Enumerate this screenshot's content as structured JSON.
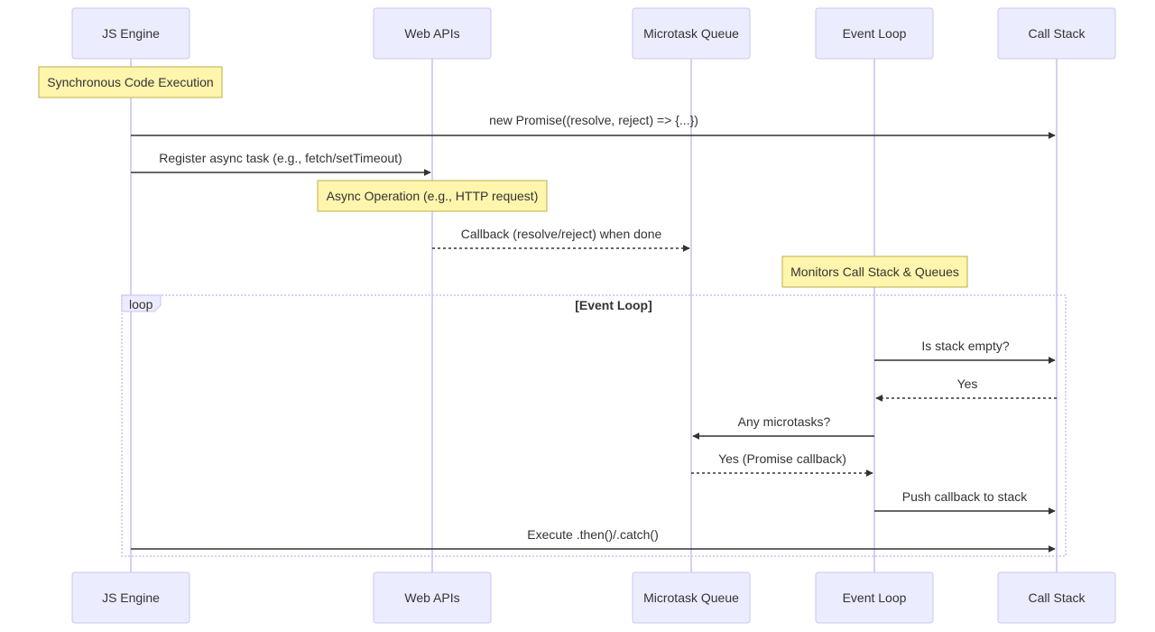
{
  "participants": [
    "JS Engine",
    "Web APIs",
    "Microtask Queue",
    "Event Loop",
    "Call Stack"
  ],
  "notes": [
    {
      "text": "Synchronous Code Execution",
      "over": "JS Engine"
    },
    {
      "text": "Async Operation (e.g., HTTP request)",
      "over": "Web APIs"
    },
    {
      "text": "Monitors Call Stack & Queues",
      "over": "Event Loop"
    }
  ],
  "messages": [
    {
      "from": "JS Engine",
      "to": "Call Stack",
      "text": "new Promise((resolve, reject) => {...})",
      "style": "solid"
    },
    {
      "from": "JS Engine",
      "to": "Web APIs",
      "text": "Register async task (e.g., fetch/setTimeout)",
      "style": "solid"
    },
    {
      "from": "Web APIs",
      "to": "Microtask Queue",
      "text": "Callback (resolve/reject) when done",
      "style": "dashed"
    },
    {
      "from": "Event Loop",
      "to": "Call Stack",
      "text": "Is stack empty?",
      "style": "solid"
    },
    {
      "from": "Call Stack",
      "to": "Event Loop",
      "text": "Yes",
      "style": "dashed"
    },
    {
      "from": "Event Loop",
      "to": "Microtask Queue",
      "text": "Any microtasks?",
      "style": "solid"
    },
    {
      "from": "Microtask Queue",
      "to": "Event Loop",
      "text": "Yes (Promise callback)",
      "style": "dashed"
    },
    {
      "from": "Event Loop",
      "to": "Call Stack",
      "text": "Push callback to stack",
      "style": "solid"
    },
    {
      "from": "JS Engine",
      "to": "Call Stack",
      "text": "Execute .then()/.catch()",
      "style": "solid"
    }
  ],
  "loop": {
    "keyword": "loop",
    "condition": "[Event Loop]"
  }
}
